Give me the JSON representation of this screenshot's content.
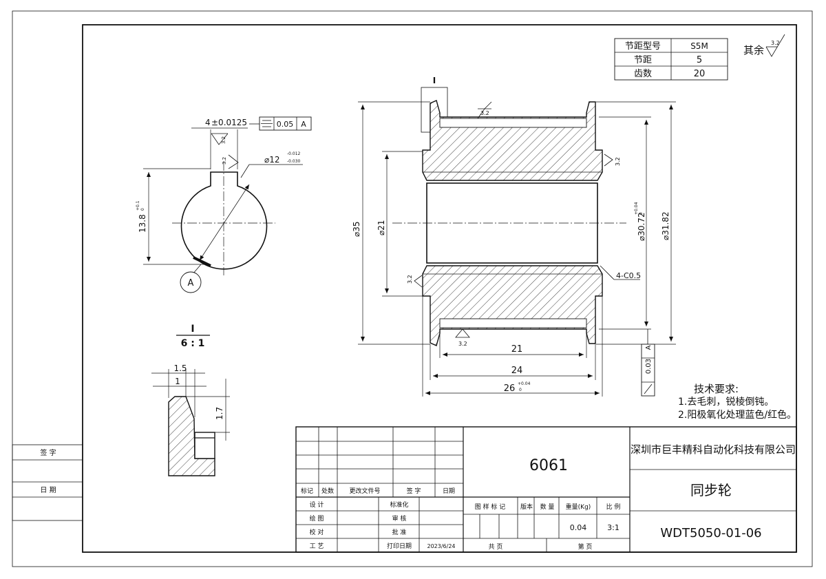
{
  "pitch_table": {
    "rows": [
      {
        "label": "节距型号",
        "value": "S5M"
      },
      {
        "label": "节距",
        "value": "5"
      },
      {
        "label": "齿数",
        "value": "20"
      }
    ]
  },
  "roughness_note": {
    "prefix": "其余",
    "value": "3.2"
  },
  "views": {
    "detail_label": "I",
    "detail_scale": "6 : 1",
    "section_marker": "A"
  },
  "dimensions": {
    "keyway_width": "4",
    "keyway_tol": "±0.0125",
    "sym_tol_value": "0.05",
    "sym_datum": "A",
    "bore_dia": "⌀12",
    "bore_tol_upper": "-0.012",
    "bore_tol_lower": "-0.030",
    "keyway_depth": "13.8",
    "keyway_depth_tol_upper": "+0.1",
    "keyway_depth_tol_lower": "0",
    "roughness": "3.2",
    "outer_dia": "⌀35",
    "hub_dia": "⌀21",
    "tooth_dia": "⌀30.72",
    "tooth_dia_tol_upper": "+0.04",
    "tooth_dia_tol_lower": "0",
    "flange_dia": "⌀31.82",
    "chamfer": "4-C0.5",
    "len_21": "21",
    "len_24": "24",
    "len_26": "26",
    "len_26_tol_upper": "+0.04",
    "len_26_tol_lower": "0",
    "runout_value": "0.03",
    "runout_datum": "A",
    "detail_1_5": "1.5",
    "detail_1": "1",
    "detail_1_7": "1.7"
  },
  "tech_requirements": {
    "title": "技术要求:",
    "items": [
      "1.去毛刺，锐棱倒钝。",
      "2.阳极氧化处理蓝色/红色。"
    ]
  },
  "side_block": {
    "sign": "签 字",
    "date": "日 期"
  },
  "title_block": {
    "material": "6061",
    "company": "深圳市巨丰精科自动化科技有限公司",
    "part_name": "同步轮",
    "drawing_no": "WDT5050-01-06",
    "rev_headers": [
      "标记",
      "处数",
      "更改文件号",
      "签 字",
      "日期"
    ],
    "rows": [
      {
        "a": "设 计",
        "b": "标准化"
      },
      {
        "a": "绘 图",
        "b": "审 核"
      },
      {
        "a": "校 对",
        "b": "批 准"
      },
      {
        "a": "工 艺",
        "b": "打印日期",
        "c": "2023/6/24"
      }
    ],
    "info_headers": [
      "图 样 标 记",
      "版本",
      "数 量",
      "重量(Kg)",
      "比 例"
    ],
    "weight": "0.04",
    "scale": "3:1",
    "total_sheets": "共 页",
    "sheet_no": "第 页"
  }
}
